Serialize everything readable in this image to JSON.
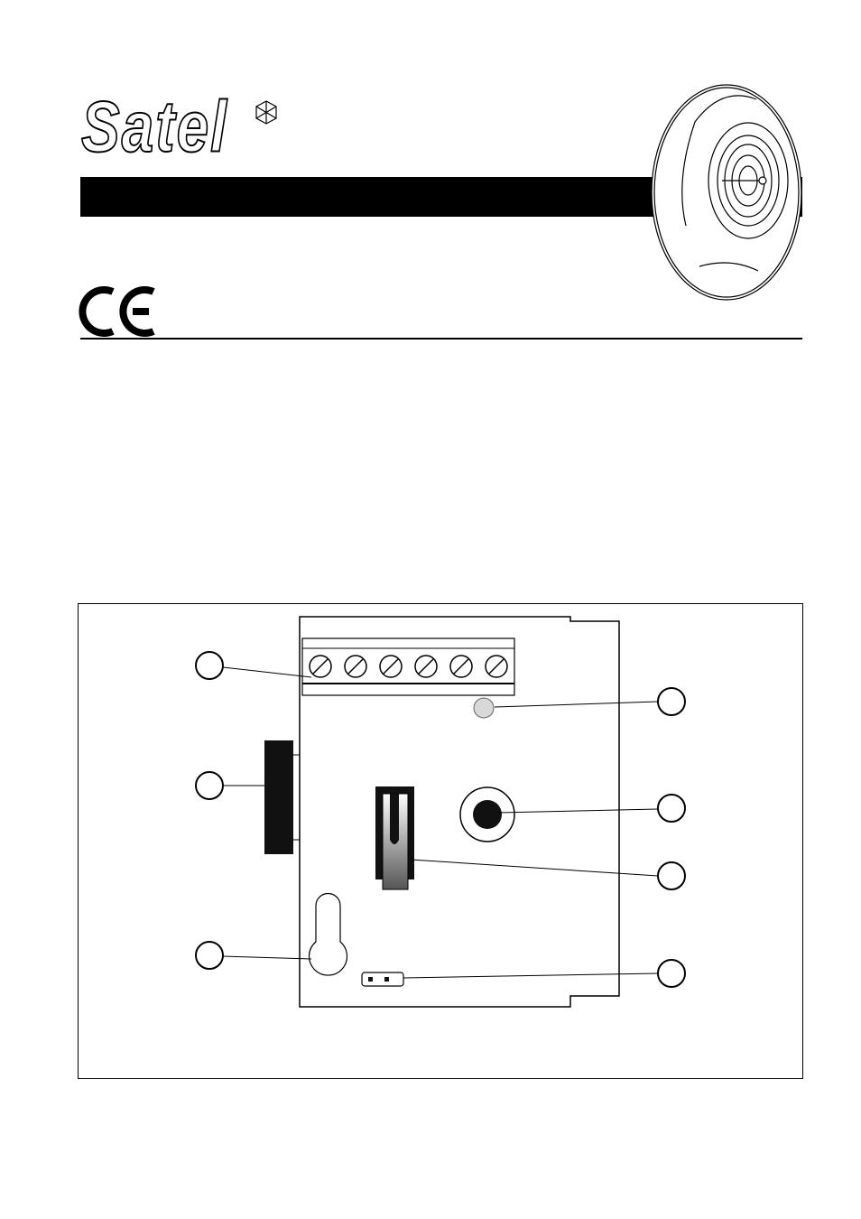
{
  "header": {
    "logo_text": "Satel",
    "certification_mark": "CE"
  },
  "colors": {
    "ink": "#000000",
    "paper": "#ffffff",
    "led": "#d8d8d8"
  },
  "diagram": {
    "terminal_screw_count": 6,
    "callout_count": 7
  }
}
